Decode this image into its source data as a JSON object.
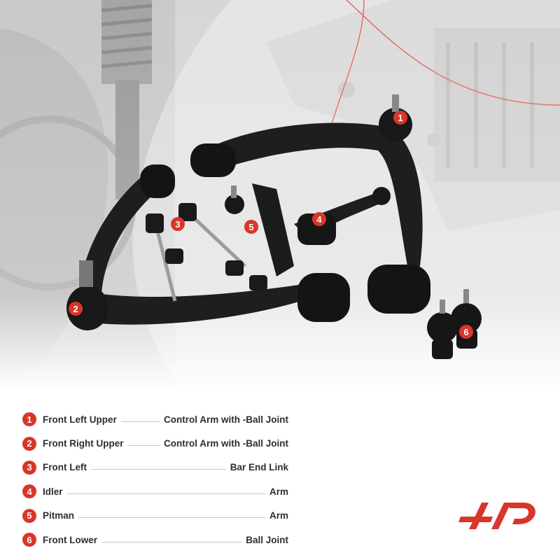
{
  "colors": {
    "accent": "#d9352b",
    "text": "#2e2e2e",
    "part_black": "#1b1b1b",
    "background_photo": "#d8d8d8"
  },
  "callouts": [
    "1",
    "2",
    "3",
    "4",
    "5",
    "6"
  ],
  "legend": [
    {
      "number": "1",
      "left": "Front Left Upper",
      "right": "Control Arm with -Ball Joint"
    },
    {
      "number": "2",
      "left": "Front Right Upper",
      "right": "Control Arm with -Ball Joint"
    },
    {
      "number": "3",
      "left": "Front Left",
      "right": "Bar End Link"
    },
    {
      "number": "4",
      "left": "Idler",
      "right": "Arm"
    },
    {
      "number": "5",
      "left": "Pitman",
      "right": "Arm"
    },
    {
      "number": "6",
      "left": "Front Lower",
      "right": "Ball Joint"
    }
  ],
  "logo": {
    "icon": "brand-logo-icon"
  }
}
